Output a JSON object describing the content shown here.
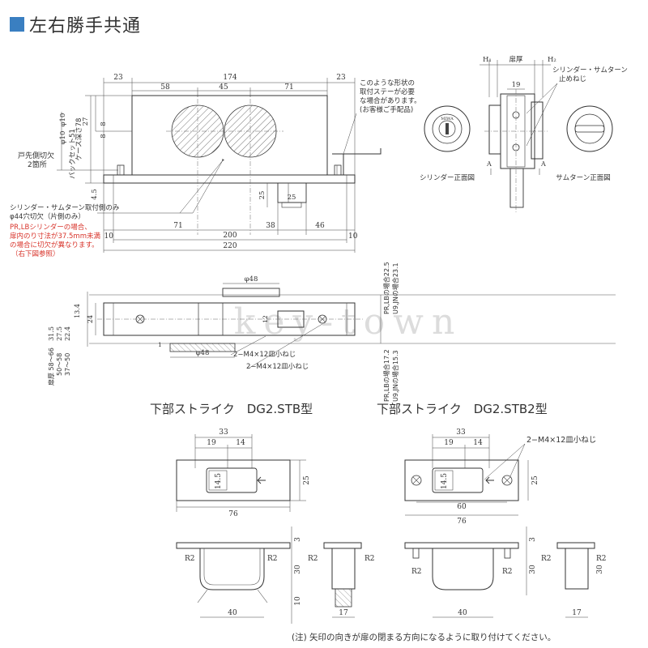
{
  "title": "左右勝手共通",
  "colors": {
    "accent": "#3a7fc1",
    "note_red": "#d8342b",
    "line": "#333333"
  },
  "top_view": {
    "dims_top": [
      "23",
      "174",
      "23"
    ],
    "dims_inner": [
      "58",
      "45",
      "71"
    ],
    "left_dims": [
      "φ10",
      "φ10",
      "27",
      "8",
      "8",
      "ケース深さ78",
      "バックセット51",
      "4.5"
    ],
    "left_note": [
      "戸先側切欠",
      "2箇所"
    ],
    "right_note": [
      "このような形状の",
      "取付ステーが必要",
      "な場合があります。",
      "(お客様ご手配品)"
    ],
    "bottom_dims": [
      "71",
      "38",
      "46",
      "10",
      "200",
      "10",
      "220",
      "25",
      "25"
    ],
    "notes_black": [
      "シリンダー・サムターン取付側のみ",
      "φ44穴切欠（片側のみ）"
    ],
    "notes_red": [
      "PR,LBシリンダーの場合、",
      "扉内のり寸法が37.5mm未満",
      "の場合に切欠が異なります。",
      "（右下図参照）"
    ]
  },
  "side_view": {
    "top_dims": [
      "H₁",
      "扉厚",
      "H₂"
    ],
    "dim_19": "19",
    "label_thumb": [
      "シリンダー・サムターン",
      "止めねじ"
    ],
    "label_cylinder": "シリンダー正面図",
    "label_thumbturn": "サムターン正面図",
    "section_label": "A"
  },
  "section_view": {
    "dim_phi48_top": "φ48",
    "dim_phi48_bottom": "φ48",
    "left_dims": [
      "13.4",
      "24",
      "31.5",
      "27.5",
      "22.4"
    ],
    "left_rows": [
      "扉厚 58～66",
      "50～58",
      "37～50"
    ],
    "mid_dims": [
      "12",
      "1"
    ],
    "screw_labels": [
      "2−M4×12皿小ねじ",
      "2−M4×12皿小ねじ"
    ],
    "right_top": [
      "PR,LBの場合22.5",
      "U9,JNの場合23.1"
    ],
    "right_bottom": [
      "PR,LBの場合17.2",
      "U9,JNの場合15.3"
    ],
    "watermark": "key-town"
  },
  "strike1": {
    "title": "下部ストライク　DG2.STB型",
    "dims": [
      "33",
      "19",
      "14",
      "14.5",
      "25",
      "76",
      "3",
      "30",
      "10",
      "40",
      "R2",
      "R2"
    ]
  },
  "strike2": {
    "title": "下部ストライク　DG2.STB2型",
    "screw": "2−M4×12皿小ねじ",
    "dims": [
      "33",
      "19",
      "14",
      "14.5",
      "25",
      "60",
      "76",
      "3",
      "30",
      "40",
      "R2",
      "R2",
      "R2",
      "R2",
      "17",
      "R2",
      "30",
      "17"
    ]
  },
  "footer_note": "(注) 矢印の向きが扉の閉まる方向になるように取り付けてください。"
}
